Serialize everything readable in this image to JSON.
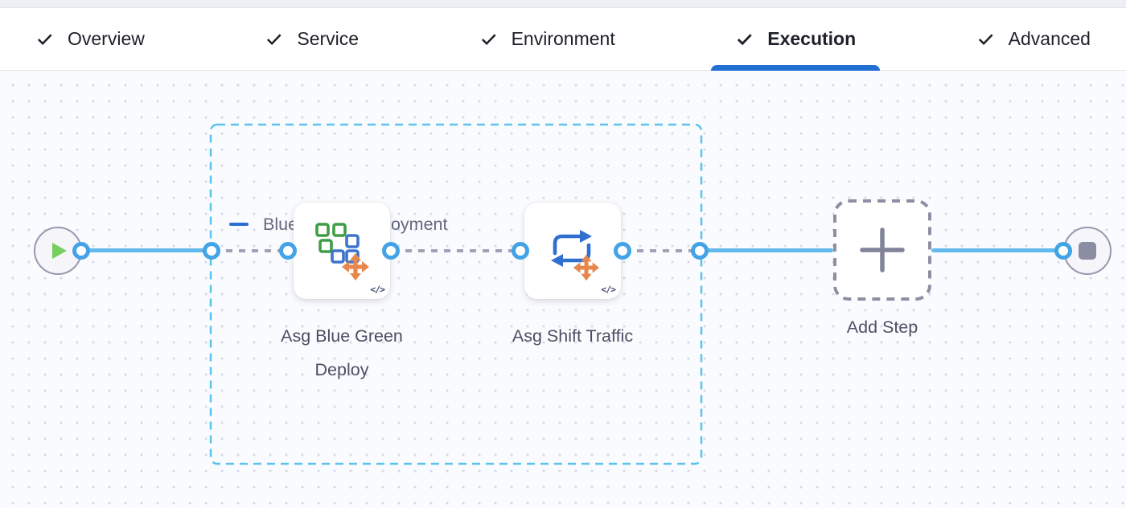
{
  "tab_bar": {
    "items": [
      {
        "label": "Overview",
        "checked": true,
        "active": false
      },
      {
        "label": "Service",
        "checked": true,
        "active": false
      },
      {
        "label": "Environment",
        "checked": true,
        "active": false
      },
      {
        "label": "Execution",
        "checked": true,
        "active": true
      },
      {
        "label": "Advanced",
        "checked": true,
        "active": false
      }
    ],
    "active_underline_color": "#2270d3",
    "check_icon": "check-icon"
  },
  "canvas": {
    "group": {
      "label": "Blue Green Deployment",
      "collapse_icon": "minus-icon",
      "border_color": "#5bc4ee"
    },
    "start_node": {
      "icon": "play-icon",
      "play_color": "#74cf5e"
    },
    "end_node": {
      "icon": "stop-icon",
      "stop_color": "#8b8ea2"
    },
    "steps": [
      {
        "label": "Asg Blue Green Deploy",
        "icon": "asg-blue-green-deploy-icon",
        "code_badge": "</>"
      },
      {
        "label": "Asg Shift Traffic",
        "icon": "asg-shift-traffic-icon",
        "code_badge": "</>"
      }
    ],
    "add_step": {
      "label": "Add Step",
      "icon": "plus-icon"
    },
    "colors": {
      "flow_line": "#64b9ec",
      "port_ring": "#42a3e6",
      "dashed_connector": "#9fa2b4",
      "icon_orange": "#e8874c",
      "icon_green": "#3f9d45",
      "icon_blue": "#3d74cc",
      "loop_arrow_blue": "#2e6fd0"
    }
  }
}
